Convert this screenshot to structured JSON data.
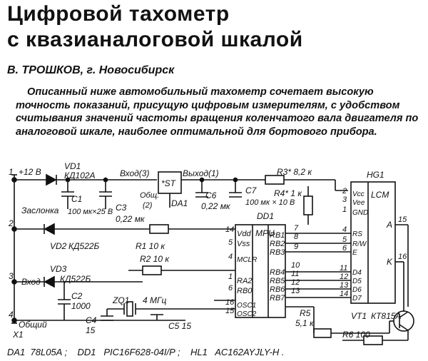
{
  "article": {
    "title_line1": "Цифровой тахометр",
    "title_line2": "с квазианалоговой шкалой",
    "author": "В. ТРОШКОВ, г. Новосибирск",
    "abstract": "Описанный ниже автомобильный тахометр сочетает высокую точность показаний, присущую цифровым измерителям, с удобством считывания значений частоты вращения коленчатого вала двигателя по аналоговой шкале, наиболее оптимальной для бортового прибора."
  },
  "schematic": {
    "connector": "X1",
    "pins": [
      "1",
      "2",
      "3",
      "4"
    ],
    "inputs": [
      "+12 В",
      "Заслонка",
      "Вход",
      "Общий"
    ],
    "vd1": "VD1",
    "vd1_type": "КД102А",
    "vd2": "VD2",
    "vd2_type": "КД522Б",
    "vd3": "VD3",
    "vd3_type": "КД522Б",
    "c1": "C1",
    "c1_val": "100 мк×25 В",
    "c2": "C2",
    "c2_val": "1000",
    "c3": "C3",
    "c3_val": "0,22 мк",
    "c4": "C4",
    "c4_val": "15",
    "c5": "C5 15",
    "c6": "C6",
    "c6_val": "0,22 мк",
    "c7": "C7",
    "c7_val": "100 мк × 10 В",
    "r1": "R1 10 к",
    "r2": "R2 10 к",
    "r3": "R3* 8,2 к",
    "r4": "R4* 1 к",
    "r5": "R5",
    "r5_val": "5,1 к",
    "r6": "R6 100",
    "zq1": "ZQ1",
    "zq1_val": "4 МГц",
    "da1": "DA1",
    "da1_in": "Вход(3)",
    "da1_out": "Выход(1)",
    "da1_sym": "*ST",
    "da1_gnd": "Общ.",
    "da1_gnd_pin": "(2)",
    "dd1": "DD1",
    "mpu": "MPU",
    "dd1_left": [
      "Vdd",
      "Vss",
      "MCLR",
      "RA2",
      "RB0",
      "OSC1",
      "OSC2"
    ],
    "dd1_left_pins": [
      "14",
      "5",
      "4",
      "1",
      "6",
      "16",
      "15"
    ],
    "dd1_right": [
      "RB1",
      "RB2",
      "RB3",
      "RB4",
      "RB5",
      "RB6",
      "RB7"
    ],
    "dd1_right_pins": [
      "7",
      "8",
      "9",
      "10",
      "11",
      "12",
      "13"
    ],
    "hg1": "HG1",
    "lcm": "LCM",
    "hg1_left": [
      "Vcc",
      "Vee",
      "GND",
      "RS",
      "R/W",
      "E",
      "D4",
      "D5",
      "D6",
      "D7"
    ],
    "hg1_left_pins": [
      "2",
      "3",
      "1",
      "4",
      "5",
      "6",
      "11",
      "12",
      "13",
      "14"
    ],
    "hg1_a": "A",
    "hg1_k": "K",
    "hg1_a_pin": "15",
    "hg1_k_pin": "16",
    "vt1": "VT1",
    "vt1_type": "КТ815А"
  },
  "footer": "DA1  78L05A ;    DD1   PIC16F628-04I/P ;    HL1   AC162AYJLY-H ."
}
